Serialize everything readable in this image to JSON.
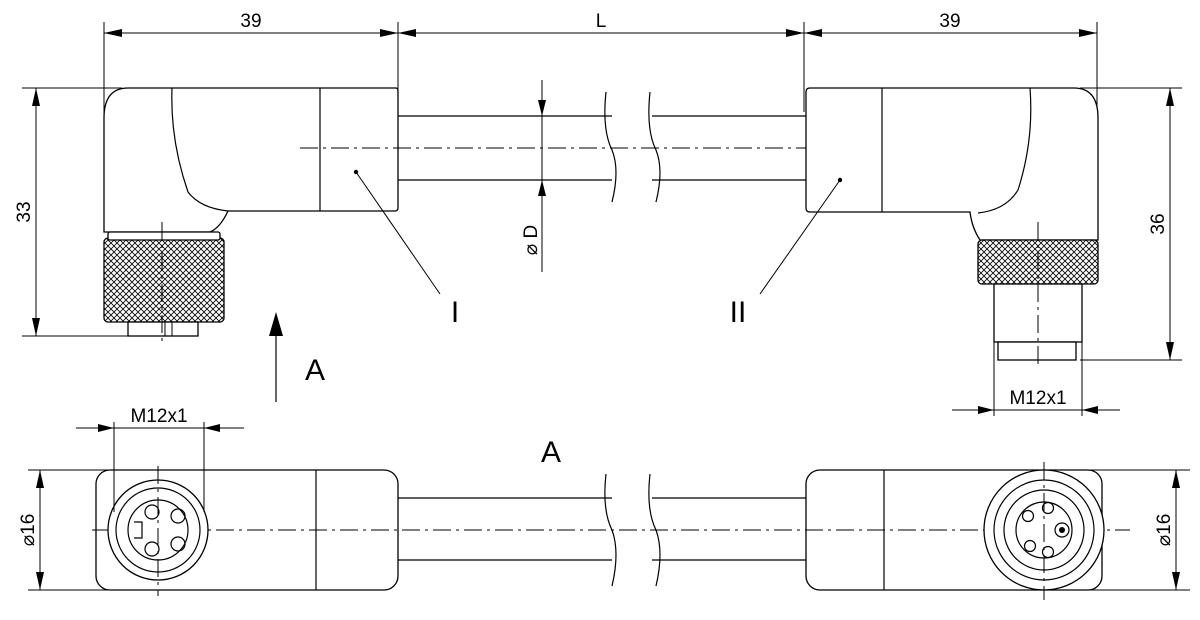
{
  "dimensions": {
    "left_length": "39",
    "cable_length": "L",
    "right_length": "39",
    "left_height": "33",
    "right_height": "36",
    "cable_diameter": "⌀ D",
    "thread_left": "M12x1",
    "thread_right": "M12x1",
    "diameter_left": "⌀16",
    "diameter_right": "⌀16"
  },
  "labels": {
    "connector_left": "I",
    "connector_right": "II",
    "view_arrow": "A",
    "view_title": "A"
  },
  "colors": {
    "line": "#000000",
    "background": "#ffffff"
  }
}
